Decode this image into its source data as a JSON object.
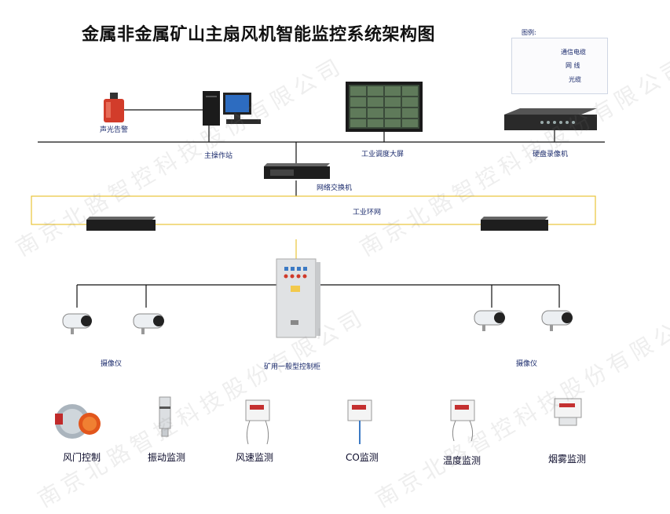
{
  "title": "金属非金属矿山主扇风机智能监控系统架构图",
  "legend": {
    "title": "图例:",
    "items": [
      {
        "label": "通信电缆",
        "color": "#2aa9c0"
      },
      {
        "label": "网  线",
        "color": "#111111"
      },
      {
        "label": "光缆",
        "color": "#e8c43a"
      }
    ]
  },
  "labels": {
    "alarm": "声光告警",
    "workstation": "主操作站",
    "display_wall": "工业调度大屏",
    "recorder": "硬盘录像机",
    "switch": "网络交换机",
    "ring_network": "工业环网",
    "cameras_left": "摄像仪",
    "cameras_right": "摄像仪",
    "cabinet": "矿用一般型控制柜",
    "damper_control": "风门控制",
    "vibration": "振动监测",
    "wind_speed": "风速监测",
    "co": "CO监测",
    "temperature": "温度监测",
    "smoke": "烟雾监测"
  },
  "watermark": "南京北路智控科技股份有限公司",
  "colors": {
    "fiber": "#e8c43a",
    "network": "#111111",
    "cable": "#2aa9c0",
    "label": "#1a2a6c"
  }
}
